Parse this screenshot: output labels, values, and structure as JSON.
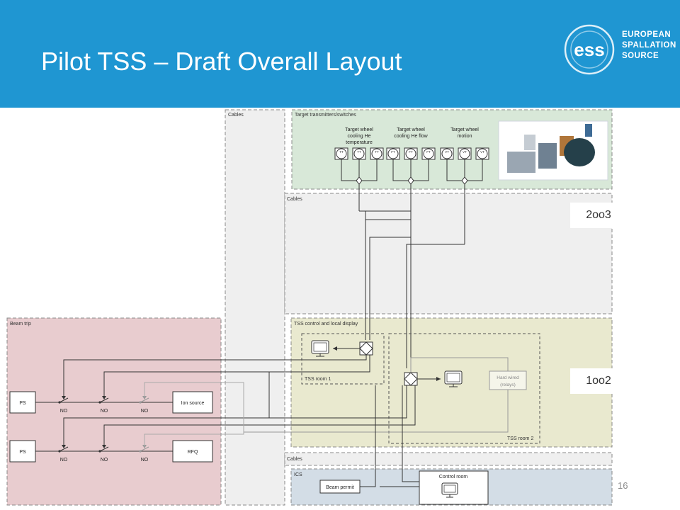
{
  "slide": {
    "title": "Pilot TSS – Draft Overall Layout",
    "page_number": "16"
  },
  "logo": {
    "mark": "ess",
    "lines": [
      "EUROPEAN",
      "SPALLATION",
      "SOURCE"
    ]
  },
  "colors": {
    "header": "#1f96d2",
    "target_zone": "#d8e8d8",
    "cables_zone": "#efefef",
    "tss_zone": "#e9e9cf",
    "beam_trip_zone": "#e8cccf",
    "ics_zone": "#d3dde6"
  },
  "zones": {
    "cables_left": "Cables",
    "target": "Target transmitters/switches",
    "cables_mid": "Cables",
    "tss": "TSS control and local display",
    "cables_bottom": "Cables",
    "ics": "ICS",
    "beam_trip": "Beam trip"
  },
  "transmitter_groups": [
    {
      "label": [
        "Target wheel",
        "cooling He",
        "temperature"
      ],
      "sensors": [
        "TT",
        "TT",
        "TT"
      ]
    },
    {
      "label": [
        "Target wheel",
        "cooling He flow"
      ],
      "sensors": [
        "FT",
        "FT",
        "FT"
      ]
    },
    {
      "label": [
        "Target wheel",
        "motion"
      ],
      "sensors": [
        "VT",
        "VT",
        "VT"
      ]
    }
  ],
  "tss": {
    "room1": "TSS room 1",
    "room2": "TSS room 2",
    "hardwired": [
      "Hard wired",
      "(relays)"
    ]
  },
  "ics": {
    "beam_permit": "Beam permit",
    "control_room": "Control room"
  },
  "beam_trip": {
    "rows": [
      {
        "source": "PS",
        "contacts": [
          "NO",
          "NO",
          "NO"
        ],
        "target": "Ion source"
      },
      {
        "source": "PS",
        "contacts": [
          "NO",
          "NO",
          "NO"
        ],
        "target": "RFQ"
      }
    ]
  },
  "badges": {
    "top": "2oo3",
    "bottom": "1oo2"
  }
}
